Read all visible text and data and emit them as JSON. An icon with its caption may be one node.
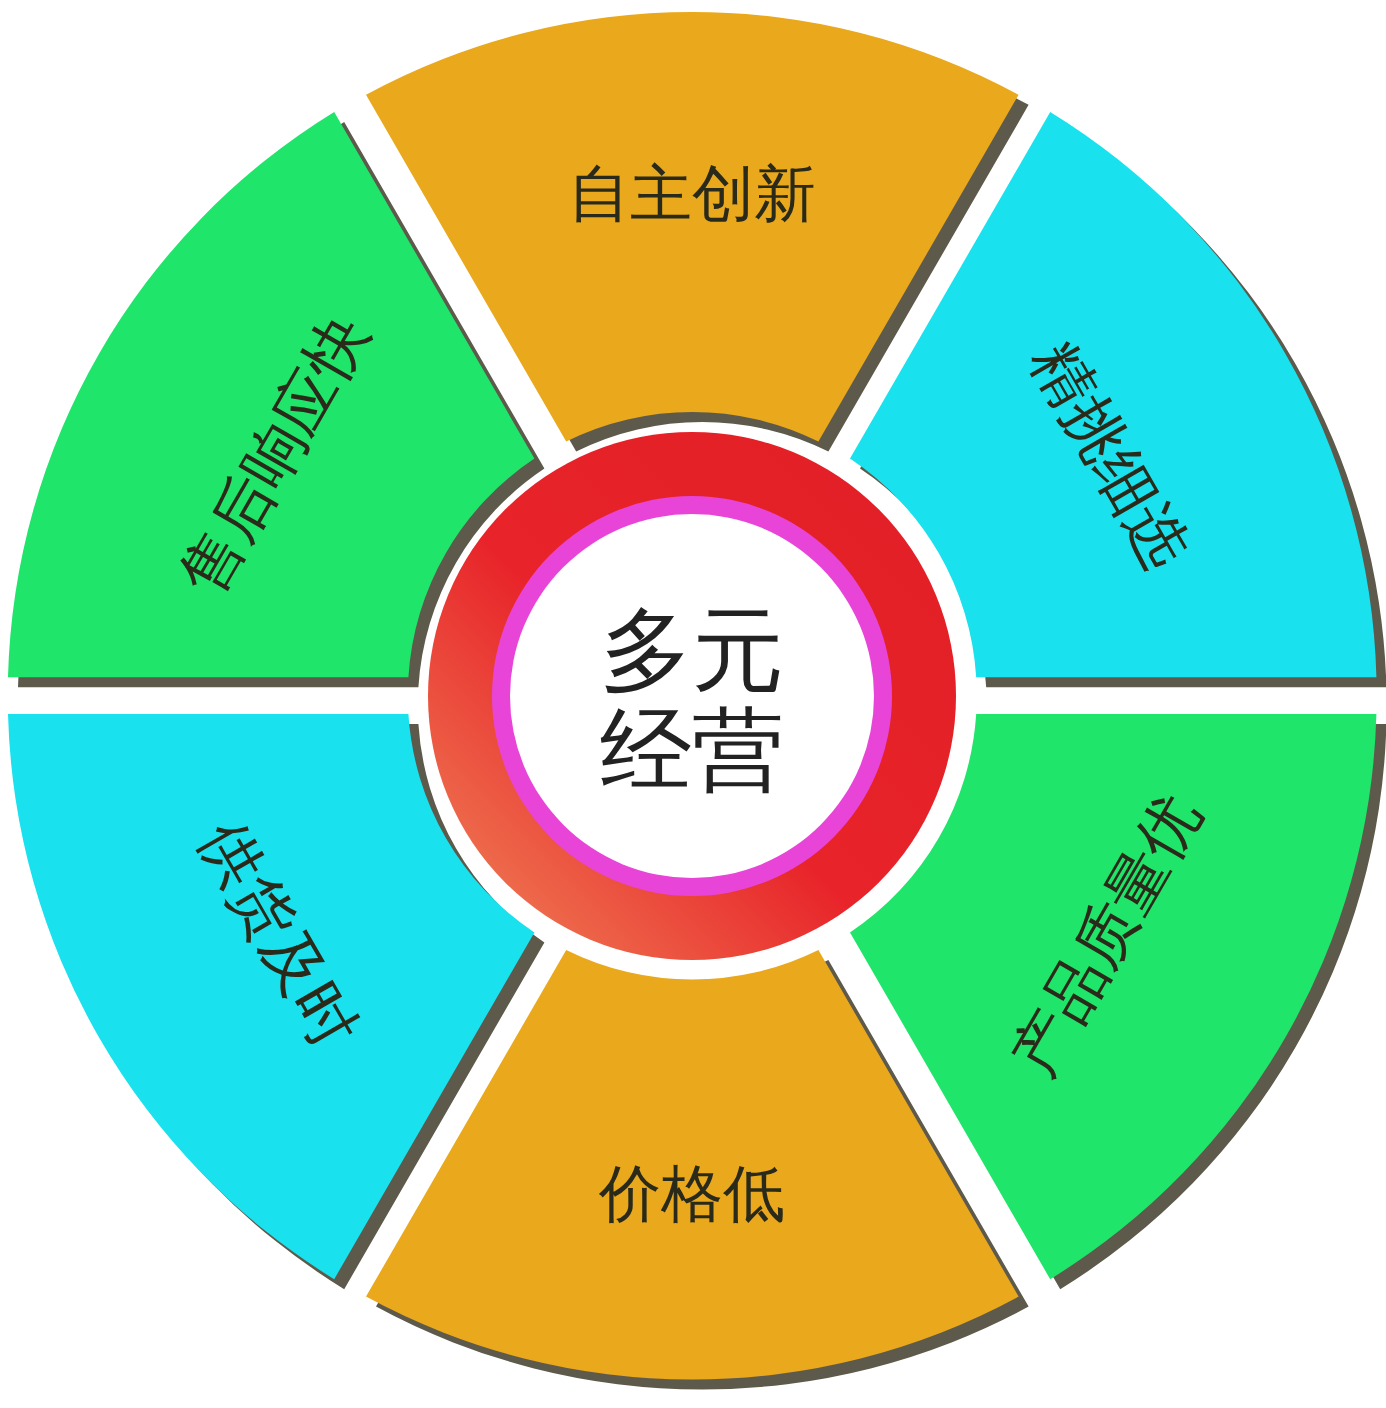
{
  "diagram": {
    "nodes": [
      {
        "text": [
          "自主创新"
        ]
      },
      {
        "text": [
          "售后响应快"
        ]
      },
      {
        "text": [
          "精挑细选"
        ]
      },
      {
        "text": [
          "多元经营"
        ]
      },
      {
        "text": [
          "供货及时"
        ]
      },
      {
        "text": [
          "产品质量优"
        ]
      },
      {
        "text": [
          "价格低"
        ]
      }
    ]
  }
}
